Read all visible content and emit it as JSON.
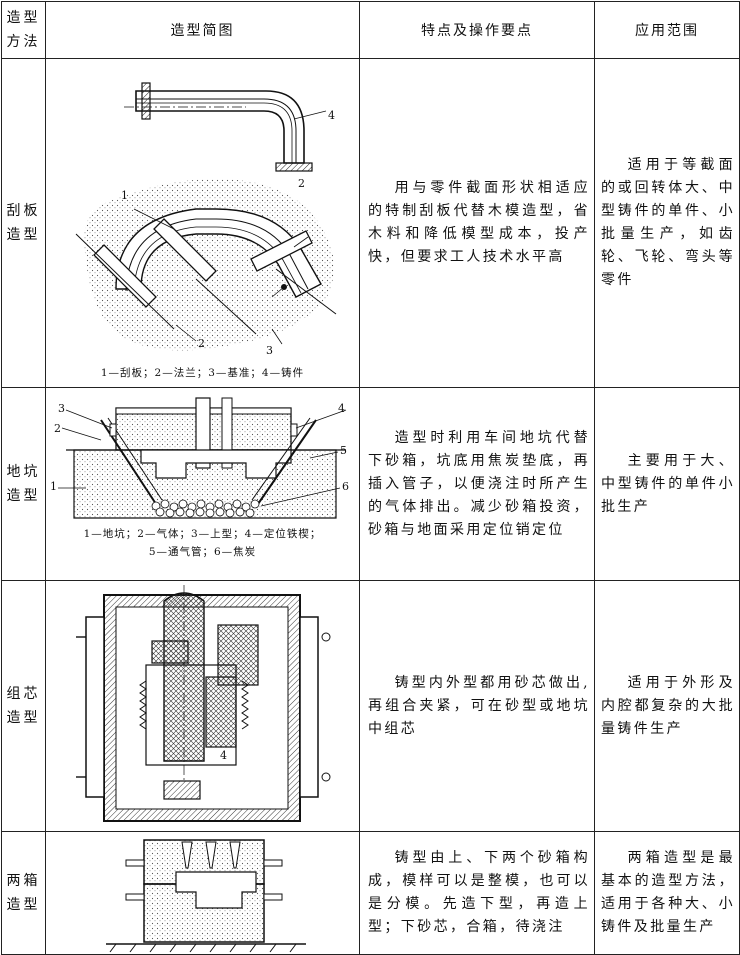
{
  "header": {
    "method": "造型\n方法",
    "diagram": "造型简图",
    "features": "特点及操作要点",
    "application": "应用范围"
  },
  "rows": [
    {
      "method": "刮板\n造型",
      "caption": "1—刮板；2—法兰；3—基准；4—铸件",
      "callouts": [
        "1",
        "2",
        "2",
        "3",
        "4"
      ],
      "features": "用与零件截面形状相适应的特制刮板代替木模造型，省木料和降低模型成本，投产快，但要求工人技术水平高",
      "application": "适用于等截面的或回转体大、中型铸件的单件、小批量生产，如齿轮、飞轮、弯头等零件"
    },
    {
      "method": "地坑\n造型",
      "caption_line1": "1—地坑；2—气体；3—上型；4—定位铁楔；",
      "caption_line2": "5—通气管；6—焦炭",
      "callouts": [
        "3",
        "2",
        "1",
        "4",
        "5",
        "6"
      ],
      "features": "造型时利用车间地坑代替下砂箱，坑底用焦炭垫底，再插入管子，以便浇注时所产生的气体排出。减少砂箱投资，砂箱与地面采用定位销定位",
      "application": "主要用于大、中型铸件的单件小批生产"
    },
    {
      "method": "组芯\n造型",
      "callouts": [
        "4"
      ],
      "features": "铸型内外型都用砂芯做出,再组合夹紧，可在砂型或地坑中组芯",
      "application": "适用于外形及内腔都复杂的大批量铸件生产"
    },
    {
      "method": "两箱\n造型",
      "features": "铸型由上、下两个砂箱构成，模样可以是整模，也可以是分模。先造下型，再造上型；下砂芯，合箱，待浇注",
      "application": "两箱造型是最基本的造型方法，适用于各种大、小铸件及批量生产"
    }
  ]
}
